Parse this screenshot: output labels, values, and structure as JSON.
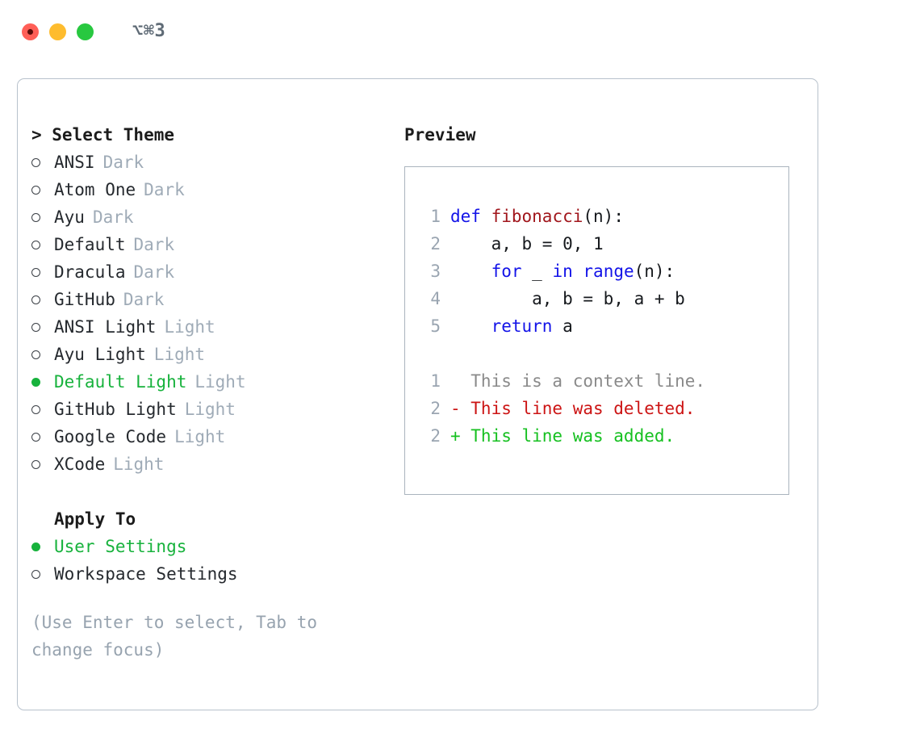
{
  "titlebar": {
    "shortcut": "⌥⌘3",
    "buttons": [
      {
        "name": "close",
        "color": "#ff5f57"
      },
      {
        "name": "minimize",
        "color": "#febc2e"
      },
      {
        "name": "zoom",
        "color": "#28c840"
      }
    ]
  },
  "theme_section": {
    "heading": "> Select Theme",
    "items": [
      {
        "name": "ANSI",
        "tag": "Dark",
        "selected": false
      },
      {
        "name": "Atom One",
        "tag": "Dark",
        "selected": false
      },
      {
        "name": "Ayu",
        "tag": "Dark",
        "selected": false
      },
      {
        "name": "Default",
        "tag": "Dark",
        "selected": false
      },
      {
        "name": "Dracula",
        "tag": "Dark",
        "selected": false
      },
      {
        "name": "GitHub",
        "tag": "Dark",
        "selected": false
      },
      {
        "name": "ANSI Light",
        "tag": "Light",
        "selected": false
      },
      {
        "name": "Ayu Light",
        "tag": "Light",
        "selected": false
      },
      {
        "name": "Default Light",
        "tag": "Light",
        "selected": true
      },
      {
        "name": "GitHub Light",
        "tag": "Light",
        "selected": false
      },
      {
        "name": "Google Code",
        "tag": "Light",
        "selected": false
      },
      {
        "name": "XCode",
        "tag": "Light",
        "selected": false
      }
    ]
  },
  "apply_section": {
    "heading": "Apply To",
    "items": [
      {
        "name": "User Settings",
        "selected": true
      },
      {
        "name": "Workspace Settings",
        "selected": false
      }
    ]
  },
  "hint": "(Use Enter to select, Tab to change focus)",
  "preview": {
    "title": "Preview",
    "code_lines": [
      {
        "lineno": "1",
        "tokens": [
          {
            "t": "def",
            "c": "kw"
          },
          {
            "t": " ",
            "c": "pn"
          },
          {
            "t": "fibonacci",
            "c": "fn"
          },
          {
            "t": "(n):",
            "c": "pn"
          }
        ]
      },
      {
        "lineno": "2",
        "tokens": [
          {
            "t": "    a, b = 0, 1",
            "c": "id"
          }
        ]
      },
      {
        "lineno": "3",
        "tokens": [
          {
            "t": "    ",
            "c": "pn"
          },
          {
            "t": "for",
            "c": "kw"
          },
          {
            "t": " _ ",
            "c": "id"
          },
          {
            "t": "in",
            "c": "kw"
          },
          {
            "t": " ",
            "c": "pn"
          },
          {
            "t": "range",
            "c": "kw"
          },
          {
            "t": "(n):",
            "c": "pn"
          }
        ]
      },
      {
        "lineno": "4",
        "tokens": [
          {
            "t": "        a, b = b, a + b",
            "c": "id"
          }
        ]
      },
      {
        "lineno": "5",
        "tokens": [
          {
            "t": "    ",
            "c": "pn"
          },
          {
            "t": "return",
            "c": "kw"
          },
          {
            "t": " a",
            "c": "id"
          }
        ]
      }
    ],
    "diff_lines": [
      {
        "lineno": "1",
        "marker": "  ",
        "text": "This is a context line.",
        "kind": "ctx"
      },
      {
        "lineno": "2",
        "marker": "- ",
        "text": "This line was deleted.",
        "kind": "del"
      },
      {
        "lineno": "2",
        "marker": "+ ",
        "text": "This line was added.",
        "kind": "add"
      }
    ]
  },
  "colors": {
    "accent_green": "#17b23c",
    "muted": "#9fabb7",
    "keyword": "#1313e8",
    "function": "#a1161c",
    "diff_delete": "#cc1414",
    "diff_add": "#16c020"
  }
}
